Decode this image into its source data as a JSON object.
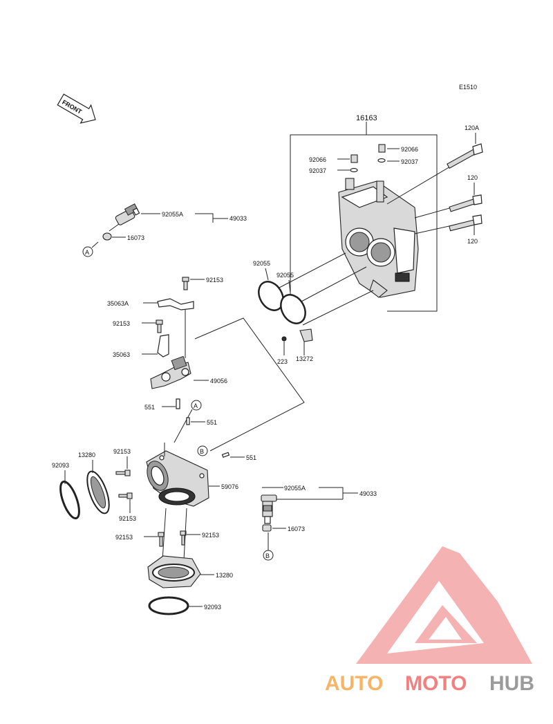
{
  "diagram_code": "E1510",
  "front_label": "FRONT",
  "callouts": {
    "c16163": "16163",
    "c120A": "120A",
    "c120a": "120",
    "c120b": "120",
    "c92066a": "92066",
    "c92037a": "92037",
    "c92066b": "92066",
    "c92037b": "92037",
    "c92055Aa": "92055A",
    "c49033a": "49033",
    "c16073a": "16073",
    "c92055a": "92055",
    "c92055b": "92055",
    "c92153a": "92153",
    "c35063A": "35063A",
    "c92153b": "92153",
    "c35063": "35063",
    "c49056": "49056",
    "c223": "223",
    "c13272": "13272",
    "c551a": "551",
    "c551b": "551",
    "c551c": "551",
    "c13280a": "13280",
    "c92153c": "92153",
    "c92093a": "92093",
    "c59076": "59076",
    "c92153d": "92153",
    "c92153e": "92153",
    "c92153f": "92153",
    "c13280b": "13280",
    "c92093b": "92093",
    "c92055Ab": "92055A",
    "c49033b": "49033",
    "c16073b": "16073"
  },
  "ref_markers": {
    "A1": "A",
    "A2": "A",
    "B1": "B",
    "B2": "B"
  },
  "watermark": {
    "part1": "AUTO",
    "part2": "MOTO",
    "part3": "HUB",
    "color_orange": "#f5a84a",
    "color_red": "#f06a6a",
    "color_gray": "#8a8a8a"
  }
}
